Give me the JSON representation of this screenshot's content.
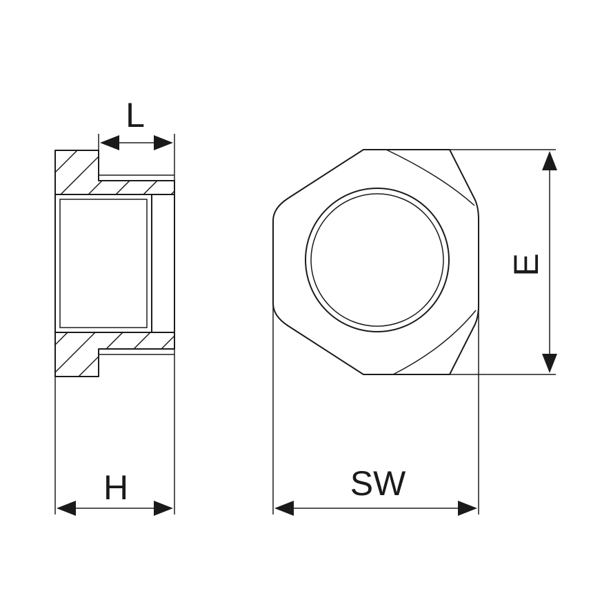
{
  "labels": {
    "length": "L",
    "height": "H",
    "wrench_size": "SW",
    "across_corners": "E"
  },
  "colors": {
    "line": "#1a1a1a",
    "background": "#ffffff"
  }
}
